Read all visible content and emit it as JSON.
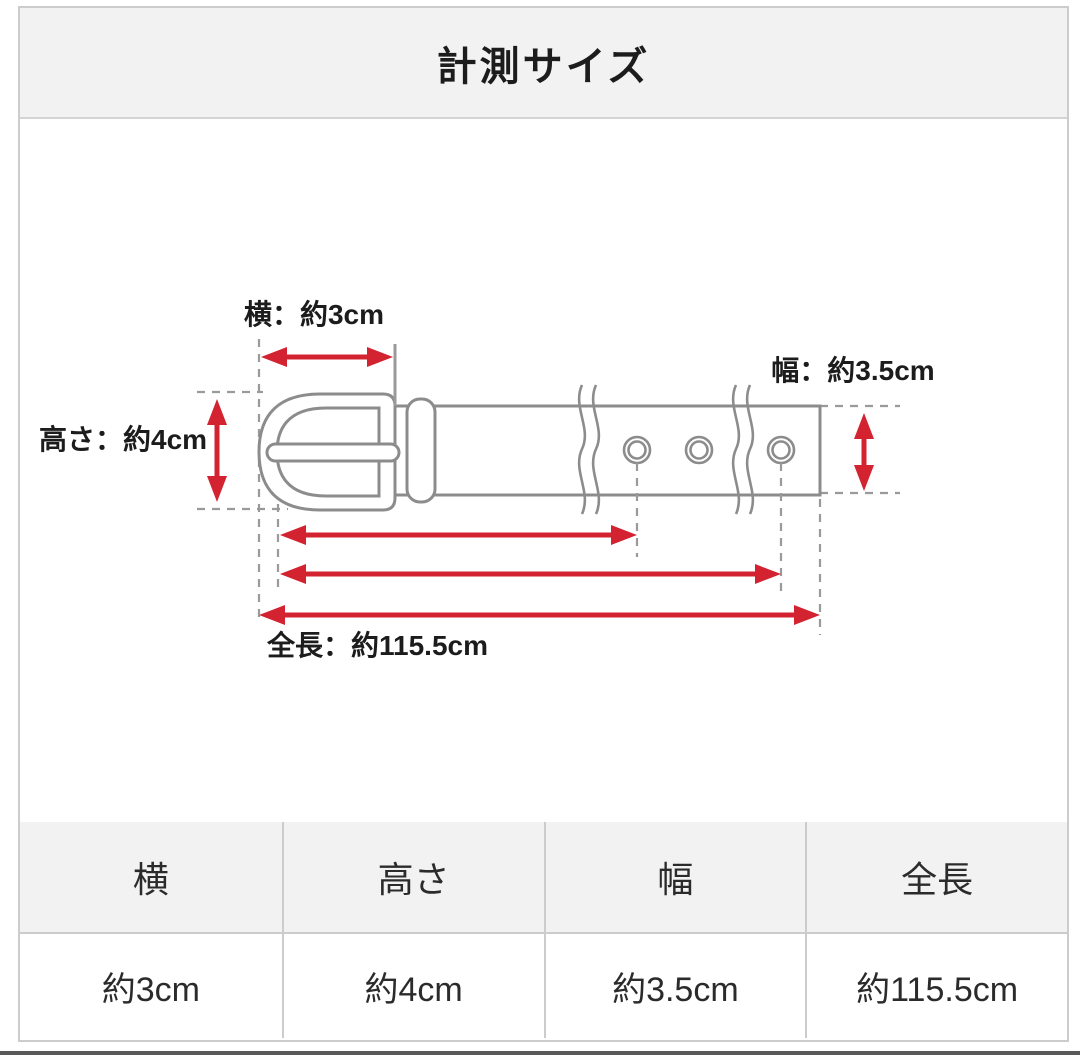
{
  "title": "計測サイズ",
  "diagram": {
    "labels": {
      "width": "横：約3cm",
      "height": "高さ：約4cm",
      "strap_width": "幅：約3.5cm",
      "total_length": "全長：約115.5cm"
    }
  },
  "table": {
    "headers": [
      "横",
      "高さ",
      "幅",
      "全長"
    ],
    "values": [
      "約3cm",
      "約4cm",
      "約3.5cm",
      "約115.5cm"
    ]
  },
  "colors": {
    "arrow_red": "#d32230",
    "belt_outline": "#8c8c8c",
    "guide_gray": "#9a9a9a",
    "panel_border": "#cccccc",
    "header_bg": "#f2f2f2",
    "bottom_divider": "#595959"
  }
}
